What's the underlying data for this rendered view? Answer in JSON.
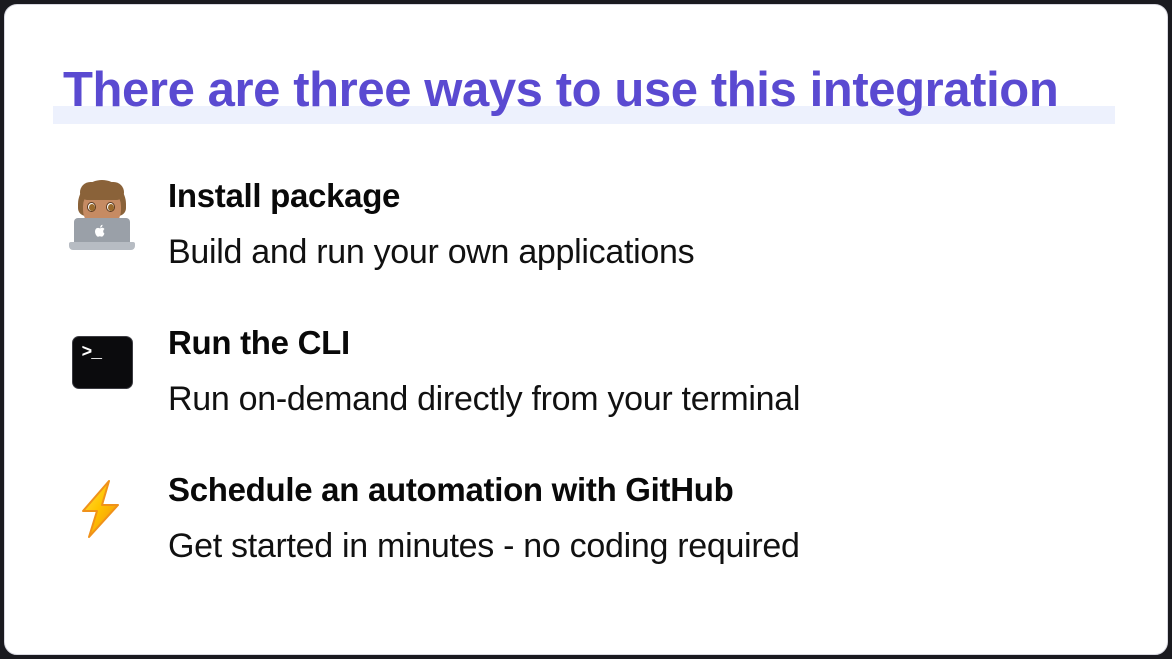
{
  "card": {
    "background_color": "#ffffff",
    "border_color": "#d8d8e0",
    "page_background_color": "#1a1a1f"
  },
  "title": {
    "text": "There are three ways to use this integration",
    "color": "#5a4ad1",
    "highlight_color": "#edf1fd"
  },
  "rows": [
    {
      "icon": "man-technologist-emoji",
      "heading": "Install package",
      "subtitle": "Build and run your own applications"
    },
    {
      "icon": "terminal-emoji",
      "heading": "Run the CLI",
      "subtitle": "Run on-demand directly from your terminal"
    },
    {
      "icon": "high-voltage-emoji",
      "heading": "Schedule an automation with GitHub",
      "subtitle": "Get started in minutes - no coding required"
    }
  ],
  "icon_glyphs": {
    "terminal_prompt": ">_",
    "apple_logo": ""
  },
  "colors": {
    "heading_text": "#090909",
    "subtitle_text": "#111111",
    "bolt_gradient_start": "#ffd400",
    "bolt_gradient_end": "#f08a12",
    "terminal_background": "#0b0b0d"
  }
}
